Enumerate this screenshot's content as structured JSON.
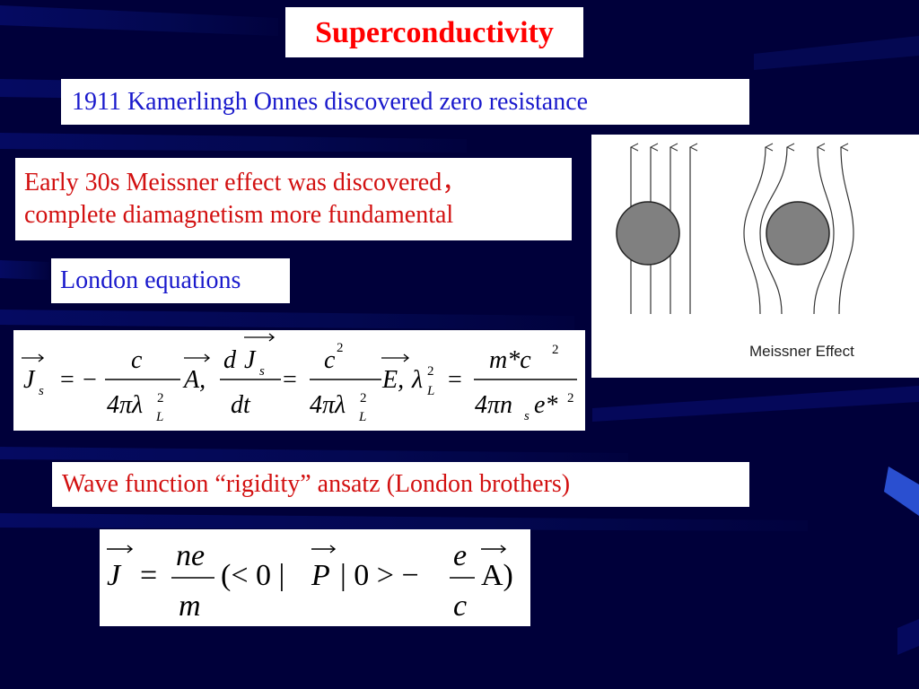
{
  "slide": {
    "title": "Superconductivity",
    "point_onnes": "1911 Kamerlingh Onnes discovered zero resistance",
    "point_meissner_line1": "Early 30s Meissner effect was discovered，",
    "point_meissner_line2": "complete diamagnetism more fundamental",
    "point_london": "London equations",
    "point_wave": "Wave function “rigidity” ansatz (London brothers)"
  },
  "figure": {
    "caption": "Meissner Effect"
  },
  "equations": {
    "london": {
      "t_J": "J",
      "t_s": "s",
      "t_eq": "=",
      "t_minus": "−",
      "t_c": "c",
      "t_4pilam": "4πλ",
      "t_2": "2",
      "t_L": "L",
      "t_A": "A,",
      "t_d": "d",
      "t_J2": "J",
      "t_s2": "s",
      "t_dt": "dt",
      "t_eq2": "=",
      "t_c2": "c",
      "t_sq": "2",
      "t_4pilam2": "4πλ",
      "t_2b": "2",
      "t_Lb": "L",
      "t_E": "E,",
      "t_lambda": "λ",
      "t_2c": "2",
      "t_Lc": "L",
      "t_eq3": "=",
      "t_mstar": "m*c",
      "t_2d": "2",
      "t_4pin": "4πn",
      "t_s3": "s",
      "t_estar": "e*",
      "t_2e": "2"
    },
    "wave": {
      "t_J": "J",
      "t_eq": "=",
      "t_ne": "ne",
      "t_m": "m",
      "t_bra": "(< 0 |",
      "t_P": "P",
      "t_ket": "| 0 > −",
      "t_e": "e",
      "t_c": "c",
      "t_A": "A)"
    }
  }
}
